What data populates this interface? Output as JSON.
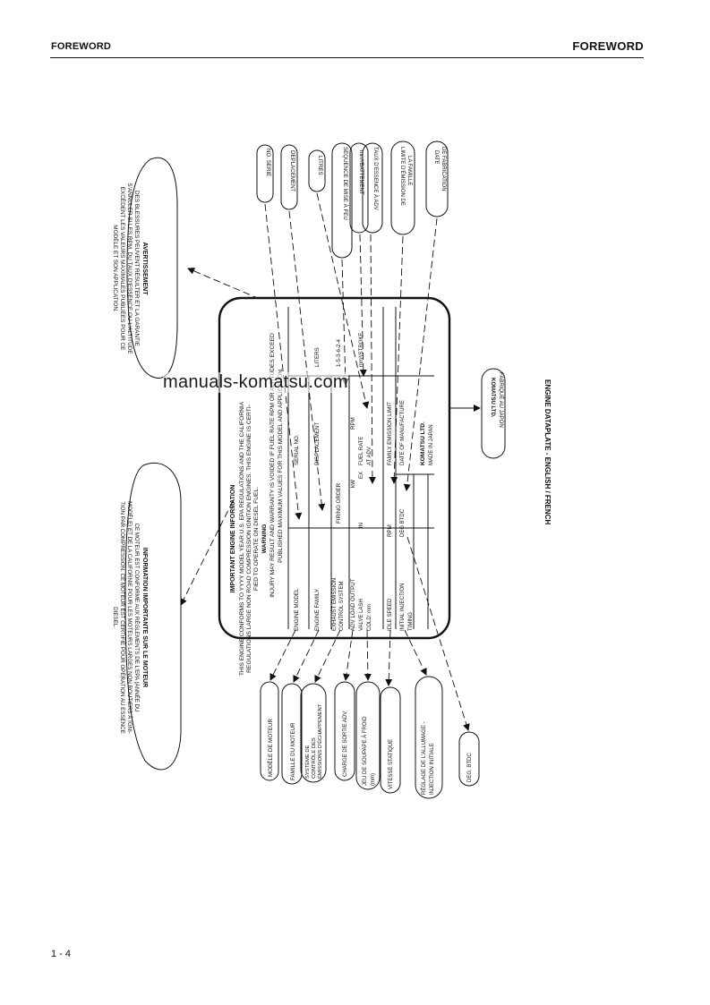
{
  "header": {
    "left": "FOREWORD",
    "right": "FOREWORD"
  },
  "page_number": "1 - 4",
  "watermark": "manuals-komatsu.com",
  "caption": "ENGINE DATAPLATE - ENGLISH / FRENCH",
  "plate": {
    "title": "IMPORTANT ENGINE INFORMATION",
    "intro_lines": [
      "THIS ENGINE CONFORMS TO YYYY MODEL YEAR U.S. EPA REGULATIONS AND THE CALIFORNIA",
      "REGULATIONS LARGE NON ROAD COMPRESSION IGNITION ENGINES. THIS ENGINE IS CERTI-",
      "FIED TO OPERATE ON DIESEL FUEL."
    ],
    "warning_title": "WARNING",
    "warning_lines": [
      "INJURY MAY RESULT AND WARRANTY IS VOIDED IF FUEL RATE RPM OR ALTITUDES EXCEED",
      "PUBLISHED MAXIMUM VALUES FOR THIS MODEL AND APPLICATION."
    ],
    "labels": {
      "engine_model": "ENGINE MODEL",
      "serial_no": "SERIAL NO.",
      "engine_family": "ENGINE FAMILY",
      "displacement": "DISPLACEMENT",
      "displacement_unit": "LITERS",
      "emission_control": "EXHAUST EMISSION CONTROL SYSTEM",
      "firing_order": "FIRING ORDER",
      "firing_order_value": "1-5-3-6-2-4",
      "adv_load_output": "ADV LOAD OUTPUT",
      "kw_unit": "kW",
      "rpm_unit": "RPM",
      "valve_lash": "VALVE LASH COLD: mm",
      "in": "IN",
      "ex": "EX",
      "fuel_rate": "FUEL RATE AT ADV",
      "fuel_rate_unit": "mm³/STROKE",
      "idle_speed": "IDLE SPEED",
      "rpm_short": "RPM",
      "initial_injection": "INITIAL INJECTION TIMING",
      "deg_btdc": "DEG BTDC",
      "family_emission_limit": "FAMILY EMISSION LIMIT",
      "date_of_manufacture": "DATE OF MANUFACTURE",
      "maker": "KOMATSU LTD.",
      "made_in": "MADE IN JAPAN"
    }
  },
  "callouts": {
    "top": [
      {
        "name": "callout-no-serie",
        "text": "NO. SERIE"
      },
      {
        "name": "callout-deplacement",
        "text": "DEPLACEMENT"
      },
      {
        "name": "callout-litres",
        "text": "LITRES"
      },
      {
        "name": "callout-sequence",
        "text": "SEQUENCE DE MISE À FEU"
      },
      {
        "name": "callout-mm-battement",
        "text": "mm³/BATTEMENT"
      },
      {
        "name": "callout-taux-essence",
        "text": "TAUX D'ESSENCE À ADV"
      },
      {
        "name": "callout-limite-emission",
        "text": "LIMITE D'ÉMISSION DE LA FAMILLE"
      },
      {
        "name": "callout-date-fabrication",
        "text": "DATE DE FABRICATION"
      }
    ],
    "bottom": [
      {
        "name": "callout-modele-moteur",
        "text": "MODÈLE DE MOTEUR"
      },
      {
        "name": "callout-famille-moteur",
        "text": "FAMILLE DU MOTEUR"
      },
      {
        "name": "callout-systeme-controle",
        "text": "SYSTÈME DE CONTRÔLE DES ÉMISSIONS D'ÉCHAPPEMENT"
      },
      {
        "name": "callout-charge-sortie",
        "text": "CHARGE DE SORTIE ADV"
      },
      {
        "name": "callout-jeu-soupape",
        "text": "JEU DE SOUPAPE À FROID (mm)"
      },
      {
        "name": "callout-vitesse-statique",
        "text": "VITESSE STATIQUE"
      },
      {
        "name": "callout-reglage-injection",
        "text": "RÉGLAGE DE L'ALLUMAGE - INJECTION INITIALE"
      },
      {
        "name": "callout-deg-btdc",
        "text": "DEG. BTDC"
      }
    ],
    "right": [
      {
        "name": "callout-komatsu-fr",
        "text": "KOMATSU LTD."
      },
      {
        "name": "callout-fabrique-japon",
        "text": "FABRIQUÉ AU JAPON"
      }
    ],
    "avertissement": {
      "title": "AVERTISSEMENT",
      "lines": [
        "DES BLESSURES PEUVENT RÉSULTER ET LA GARANTIE",
        "S'ANNULER SI LES RPM, DU TAUX D'ESSENCE OU L'ALTITUDE",
        "EXCÈDENT LES VALEURS MAXIMALES PUBLIÉES POUR CE",
        "MODÈLE ET SON APPLICATION."
      ]
    },
    "information": {
      "title": "INFORMATION IMPORTANTE SUR LE MOTEUR",
      "lines": [
        "CE MOTEUR EST CONFORME AUX RÈGLEMENTS DE L'EPA (ANNÉE DU",
        "MODÈLE) ET DE LA CALIFORNIE POUR LES MOTEURS LARGES NON ROUTIERS À IGNI-",
        "TION PAR COMPRESSION. CE MOTEUR EST CERTIFIÉ POUR OPÉRATION AU ESSENCE",
        "DIESEL."
      ]
    }
  }
}
